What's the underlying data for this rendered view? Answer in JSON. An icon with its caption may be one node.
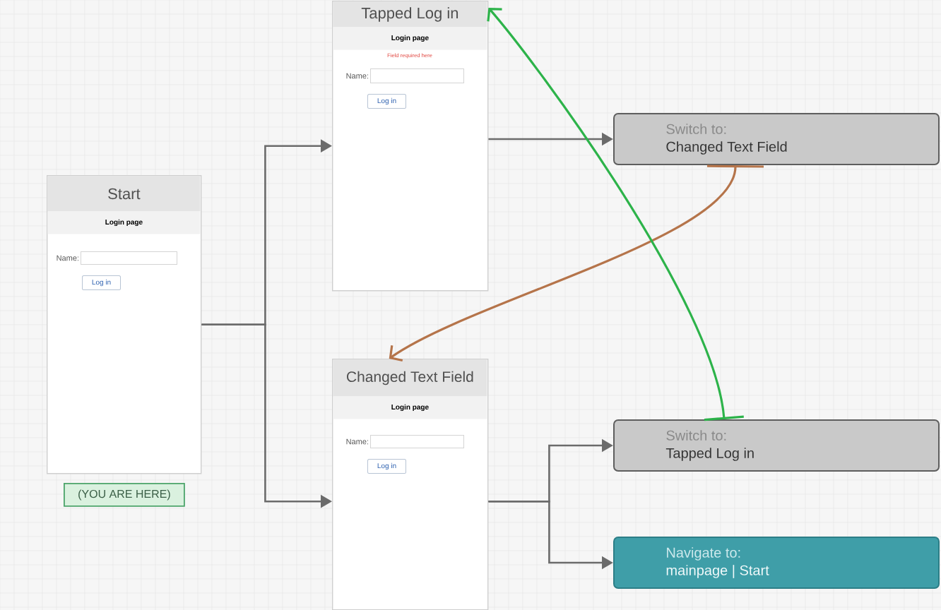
{
  "diagram": {
    "nodes": [
      {
        "text": [
          "Start",
          "Login page"
        ]
      },
      {
        "text": [],
        "shape": "box",
        "in": 0,
        "beside": [
          "Name:"
        ]
      },
      {
        "text": [
          "Log in"
        ],
        "in": 0
      },
      {
        "text": [
          "(YOU ARE HERE)"
        ]
      },
      {
        "text": [
          "Tapped Log in",
          "Login page",
          "Field required here"
        ]
      },
      {
        "text": [],
        "shape": "box",
        "in": 4,
        "beside": [
          "Name:"
        ]
      },
      {
        "text": [
          "Log in"
        ],
        "in": 4
      },
      {
        "text": [
          "Changed Text Field",
          "Login page"
        ]
      },
      {
        "text": [],
        "shape": "box",
        "in": 7,
        "beside": [
          "Name:"
        ]
      },
      {
        "text": [
          "Log in"
        ],
        "in": 7
      },
      {
        "text": [
          "Switch to:",
          "Changed Text Field"
        ]
      },
      {
        "text": [
          "Switch to:",
          "Tapped Log in"
        ]
      },
      {
        "text": [
          "Navigate to:",
          "mainpage | Start"
        ]
      }
    ],
    "edges": [
      {
        "from": 0,
        "to": 4,
        "arrow": "to"
      },
      {
        "from": 0,
        "to": 7,
        "arrow": "to"
      },
      {
        "from": 4,
        "to": 10,
        "arrow": "to"
      },
      {
        "from": 7,
        "to": 11,
        "arrow": "to"
      },
      {
        "from": 7,
        "to": 12,
        "arrow": "to"
      },
      {
        "from": 10,
        "to": 7,
        "arrow": "to",
        "color": "#b5744a"
      },
      {
        "from": 11,
        "to": 4,
        "arrow": "to",
        "color": "#2db34a"
      }
    ]
  }
}
